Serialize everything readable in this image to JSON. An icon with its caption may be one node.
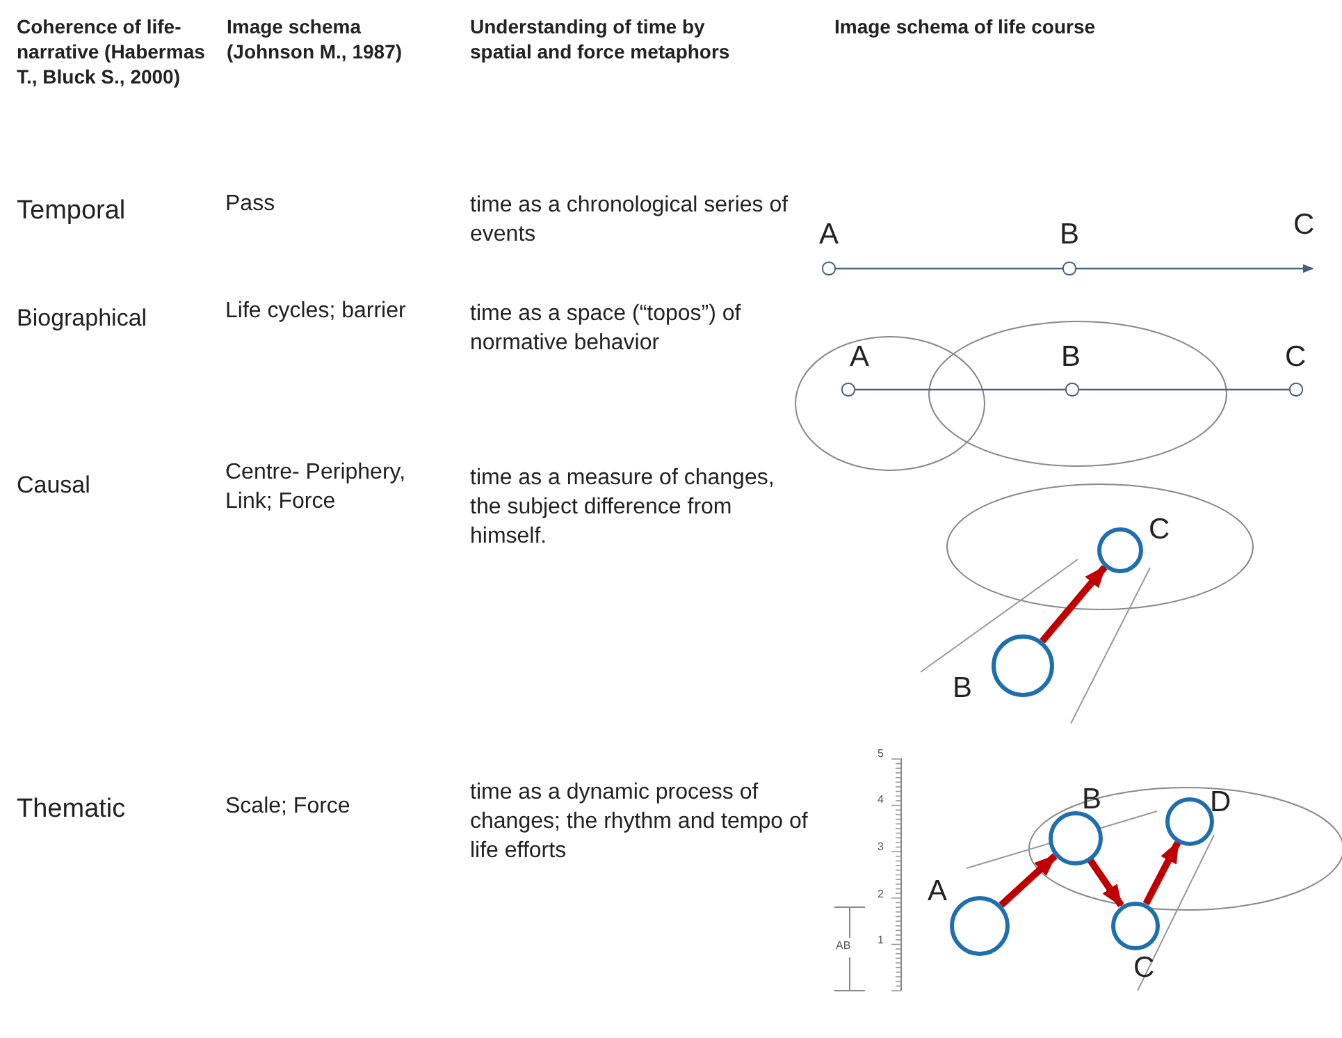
{
  "diagram": {
    "nodes": [
      {
        "text": [],
        "shape": "circle",
        "beside": [
          "A"
        ]
      },
      {
        "text": [],
        "shape": "circle",
        "beside": [
          "B"
        ]
      },
      {
        "text": [],
        "shape": "circle",
        "beside": [
          "A"
        ]
      },
      {
        "text": [],
        "shape": "circle",
        "beside": [
          "B"
        ]
      },
      {
        "text": [],
        "shape": "circle",
        "beside": [
          "C"
        ]
      },
      {
        "text": [],
        "shape": "circle",
        "beside": [
          "B"
        ]
      },
      {
        "text": [],
        "shape": "circle",
        "beside": [
          "C"
        ]
      },
      {
        "text": [],
        "shape": "circle",
        "beside": [
          "A"
        ]
      },
      {
        "text": [],
        "shape": "circle",
        "beside": [
          "B"
        ]
      },
      {
        "text": [],
        "shape": "circle",
        "beside": [
          "C"
        ]
      },
      {
        "text": [],
        "shape": "circle",
        "beside": [
          "D"
        ]
      }
    ],
    "edges": [
      {
        "from": 0,
        "to": 1,
        "arrow": "none"
      },
      {
        "from": 1,
        "to": null,
        "arrow": "to"
      },
      {
        "from": 2,
        "to": 3,
        "arrow": "none"
      },
      {
        "from": 3,
        "to": 4,
        "arrow": "none"
      },
      {
        "from": 5,
        "to": 6,
        "arrow": "to",
        "style": "thick",
        "color": "#c00000"
      },
      {
        "from": 7,
        "to": 8,
        "arrow": "to",
        "style": "thick",
        "color": "#c00000"
      },
      {
        "from": 8,
        "to": 9,
        "arrow": "to",
        "style": "thick",
        "color": "#c00000"
      },
      {
        "from": 9,
        "to": 10,
        "arrow": "to",
        "style": "thick",
        "color": "#c00000"
      }
    ],
    "labels": [
      "Coherence of life-narrative (Habermas T., Bluck S., 2000)",
      "Image schema (Johnson M., 1987)",
      "Understanding of time by spatial and force metaphors",
      "Image schema of life course",
      "Temporal",
      "Pass",
      "time as a chronological series of events",
      "C",
      "Biographical",
      "Life cycles; barrier",
      "time as a space (“topos”) of normative behavior",
      "Causal",
      "Centre- Periphery, Link; Force",
      "time as a measure of changes, the subject difference from himself.",
      "Thematic",
      "Scale; Force",
      "time as a dynamic process of changes; the rhythm and tempo of life efforts",
      "5",
      "4",
      "3",
      "2",
      "1",
      "AB"
    ]
  }
}
